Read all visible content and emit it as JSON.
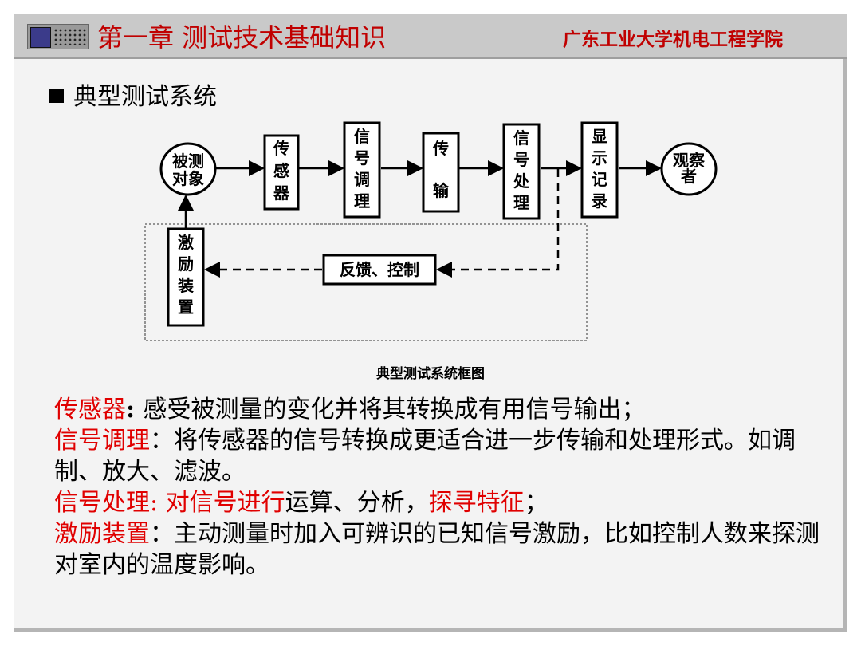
{
  "header": {
    "title": "第一章 测试技术基础知识",
    "school": "广东工业大学机电工程学院",
    "logo_icon": "instrument-panel-icon"
  },
  "section": {
    "bullet_text": "典型测试系统"
  },
  "diagram": {
    "nodes": {
      "object": [
        "被测",
        "对象"
      ],
      "sensor": [
        "传",
        "感",
        "器"
      ],
      "conditioning": [
        "信",
        "号",
        "调",
        "理"
      ],
      "transmission": [
        "传",
        "输"
      ],
      "processing": [
        "信",
        "号",
        "处",
        "理"
      ],
      "display": [
        "显",
        "示",
        "记",
        "录"
      ],
      "observer": [
        "观察",
        "者"
      ],
      "excitation": [
        "激",
        "励",
        "装",
        "置"
      ],
      "feedback": "反馈、控制"
    },
    "caption": "典型测试系统框图"
  },
  "descriptions": {
    "sensor": {
      "term": "传感器",
      "sep": ": ",
      "text": "感受被测量的变化并将其转换成有用信号输出；"
    },
    "conditioning": {
      "term": "信号调理",
      "sep": "：",
      "text": "将传感器的信号转换成更适合进一步传输和处理形式。如调制、放大、滤波。"
    },
    "processing": {
      "term": "信号处理: 对信号进行",
      "text1": "运算、分析，",
      "highlight": "探寻特征",
      "text2": "；"
    },
    "excitation": {
      "term": "激励装置",
      "sep": "：",
      "text": "主动测量时加入可辨识的已知信号激励，比如控制人数来探测对室内的温度影响。"
    }
  },
  "colors": {
    "accent": "#c00000",
    "term": "#e00000",
    "header_bg": "#c9c9c9"
  }
}
